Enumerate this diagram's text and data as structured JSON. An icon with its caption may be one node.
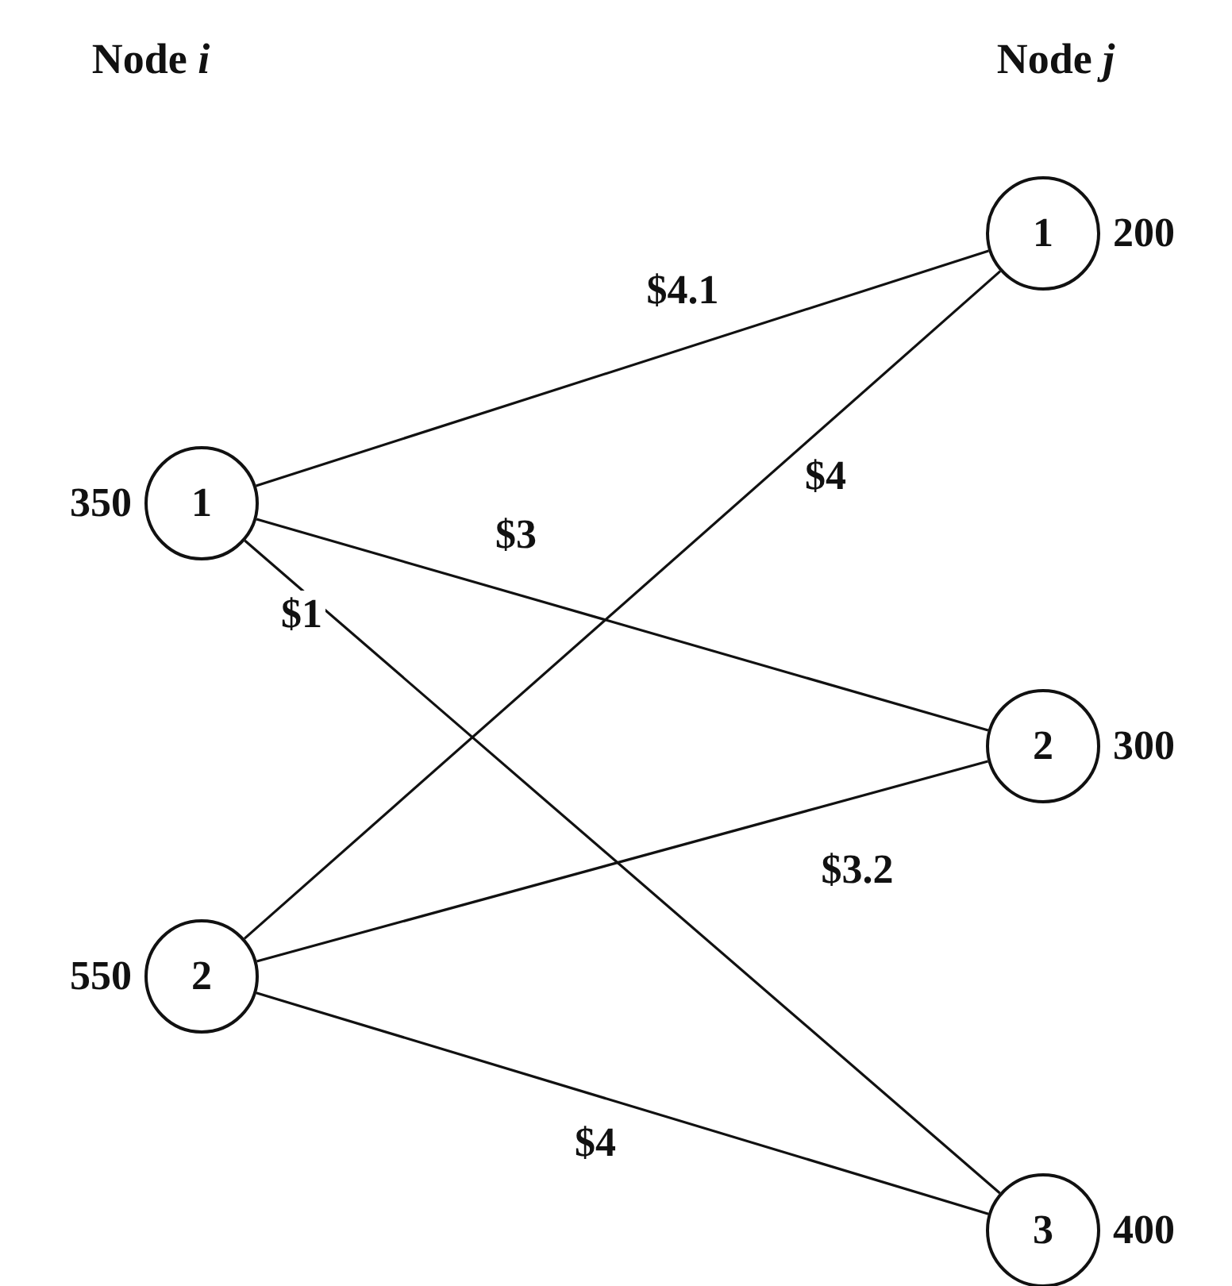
{
  "diagram": {
    "nodes": [
      {
        "text": [
          "1"
        ],
        "beside": [
          "350"
        ]
      },
      {
        "text": [
          "2"
        ],
        "beside": [
          "550"
        ]
      },
      {
        "text": [
          "1"
        ],
        "beside": [
          "200"
        ]
      },
      {
        "text": [
          "2"
        ],
        "beside": [
          "300"
        ]
      },
      {
        "text": [
          "3"
        ],
        "beside": [
          "400"
        ]
      }
    ],
    "edges": [
      {
        "from": 0,
        "to": 2,
        "arrow": "none",
        "label": "$4.1"
      },
      {
        "from": 0,
        "to": 3,
        "arrow": "none",
        "label": "$3"
      },
      {
        "from": 0,
        "to": 4,
        "arrow": "none",
        "label": "$1"
      },
      {
        "from": 1,
        "to": 2,
        "arrow": "none",
        "label": "$4"
      },
      {
        "from": 1,
        "to": 3,
        "arrow": "none",
        "label": "$3.2"
      },
      {
        "from": 1,
        "to": 4,
        "arrow": "none",
        "label": "$4"
      }
    ],
    "labels": [
      "Node *i*",
      "Node *j*"
    ]
  }
}
